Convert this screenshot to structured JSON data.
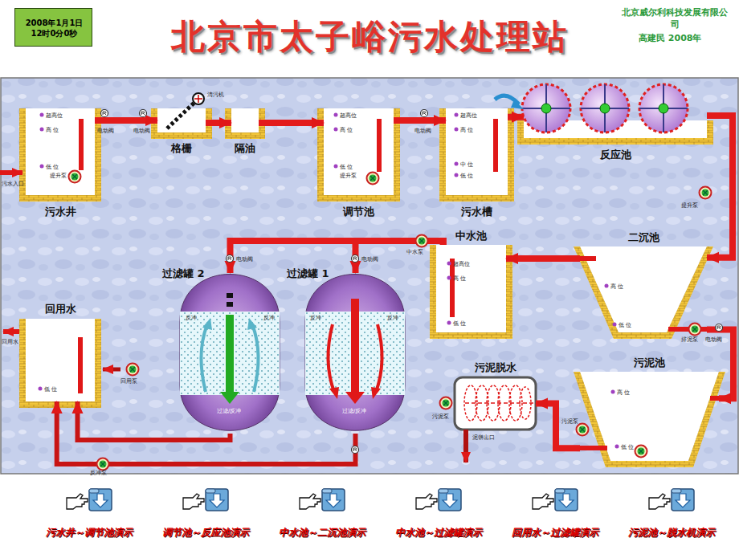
{
  "diagram": {
    "title": "北京市太子峪污水处理站",
    "nodes": [
      {
        "text": [
          "2008年1月1日 12时0分0秒"
        ]
      },
      {
        "text": [
          "污水井"
        ]
      },
      {
        "text": [
          "格栅"
        ]
      },
      {
        "text": [
          "隔油"
        ]
      },
      {
        "text": [
          "调节池"
        ]
      },
      {
        "text": [
          "污水槽"
        ]
      },
      {
        "text": [
          "反应池"
        ]
      },
      {
        "text": [
          "中水池"
        ]
      },
      {
        "text": [
          "二沉池"
        ]
      },
      {
        "text": [
          "过滤罐 2"
        ]
      },
      {
        "text": [
          "过滤罐 1"
        ]
      },
      {
        "text": [
          "回用水"
        ]
      },
      {
        "text": [
          "污泥脱水"
        ]
      },
      {
        "text": [
          "污泥池"
        ]
      },
      {
        "text": [
          "污水井～调节池演示"
        ]
      },
      {
        "text": [
          "调节池～反应池演示"
        ]
      },
      {
        "text": [
          "中水池～二沉池演示"
        ]
      },
      {
        "text": [
          "中水池～过滤罐演示"
        ]
      },
      {
        "text": [
          "回用水～过滤罐演示"
        ]
      },
      {
        "text": [
          "污泥池～脱水机演示"
        ]
      }
    ],
    "edges": [
      {
        "from": 1,
        "to": 2,
        "arrow": "to"
      },
      {
        "from": 2,
        "to": 3,
        "arrow": "to"
      },
      {
        "from": 3,
        "to": 4,
        "arrow": "to"
      },
      {
        "from": 4,
        "to": 5,
        "arrow": "to"
      },
      {
        "from": 5,
        "to": 6,
        "arrow": "to"
      },
      {
        "from": 6,
        "to": 8,
        "arrow": "to"
      },
      {
        "from": 8,
        "to": 7,
        "arrow": "to"
      },
      {
        "from": 7,
        "to": 10,
        "arrow": "to"
      },
      {
        "from": 7,
        "to": 9,
        "arrow": "to"
      },
      {
        "from": 9,
        "to": 11,
        "arrow": "to"
      },
      {
        "from": 10,
        "to": 11,
        "arrow": "to"
      },
      {
        "from": 8,
        "to": 13,
        "arrow": "to"
      },
      {
        "from": 13,
        "to": 12,
        "arrow": "to"
      }
    ],
    "labels": [
      "北京威尔利科技发展有限公司",
      "高建民 2008年",
      "超高位",
      "高 位",
      "低 位",
      "提升泵",
      "污水入口",
      "电动阀",
      "电动阀",
      "清污机",
      "超高位",
      "高 位",
      "低 位",
      "提升泵",
      "电动阀",
      "超高位",
      "高 位",
      "中 位",
      "低 位",
      "提升泵",
      "中水泵",
      "超高位",
      "高 位",
      "低 位",
      "高 位",
      "低 位",
      "电动阀",
      "电动阀",
      "反冲",
      "反冲",
      "反冲",
      "反冲",
      "过滤/反冲",
      "过滤/反冲",
      "排泥泵",
      "电动阀",
      "污泥泵",
      "高 位",
      "低 位",
      "污泥泵",
      "泥饼出口",
      "回用水",
      "低 位",
      "回用泵",
      "反冲泵"
    ]
  }
}
